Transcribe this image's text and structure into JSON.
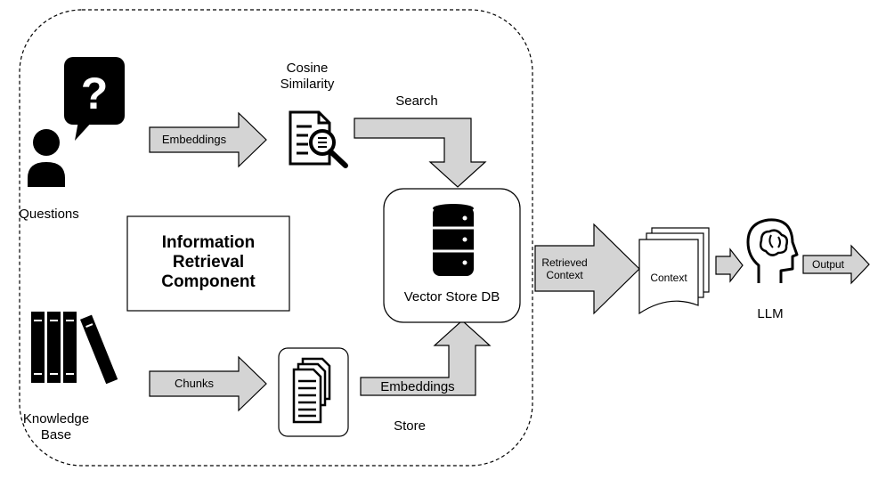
{
  "questions": {
    "label": "Questions"
  },
  "knowledge_base": {
    "label_line1": "Knowledge",
    "label_line2": "Base"
  },
  "cosine": {
    "label_line1": "Cosine",
    "label_line2": "Similarity"
  },
  "search": {
    "label": "Search"
  },
  "store": {
    "label": "Store"
  },
  "arrows": {
    "embeddings_top": "Embeddings",
    "chunks": "Chunks",
    "embeddings_bottom": "Embeddings",
    "retrieved_line1": "Retrieved",
    "retrieved_line2": "Context",
    "output": "Output"
  },
  "irc": {
    "line1": "Information",
    "line2": "Retrieval",
    "line3": "Component"
  },
  "vector_store": {
    "label": "Vector Store DB"
  },
  "context": {
    "label": "Context"
  },
  "llm": {
    "label": "LLM"
  },
  "icons": [
    "person-icon",
    "question-bubble-icon",
    "books-icon",
    "document-search-icon",
    "documents-icon",
    "database-icon",
    "head-brain-icon"
  ]
}
